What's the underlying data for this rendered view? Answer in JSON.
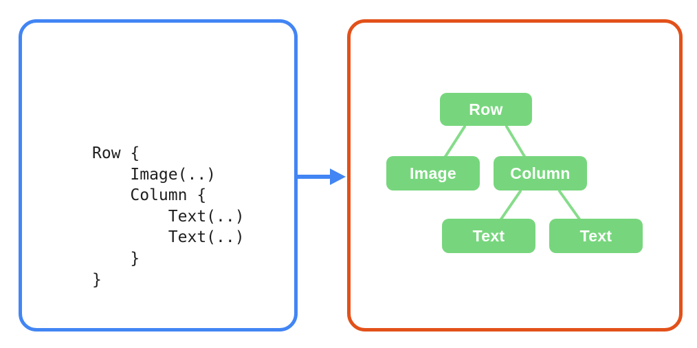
{
  "code": {
    "text": "Row {\n    Image(..)\n    Column {\n        Text(..)\n        Text(..)\n    }\n}"
  },
  "tree": {
    "nodes": [
      {
        "id": "row",
        "label": "Row"
      },
      {
        "id": "image",
        "label": "Image"
      },
      {
        "id": "column",
        "label": "Column"
      },
      {
        "id": "text1",
        "label": "Text"
      },
      {
        "id": "text2",
        "label": "Text"
      }
    ],
    "edges": [
      {
        "from": "row",
        "to": "image"
      },
      {
        "from": "row",
        "to": "column"
      },
      {
        "from": "column",
        "to": "text1"
      },
      {
        "from": "column",
        "to": "text2"
      }
    ]
  },
  "icons": {
    "arrow": "right-arrow-icon"
  },
  "colors": {
    "background": "#FFFFFF",
    "code-panel-border": "#4285F4",
    "tree-panel-border": "#E2511A",
    "arrow": "#4285F4",
    "node-fill": "#77D67D",
    "node-text": "#FFFFFF",
    "connector": "#86DC8A",
    "code-text": "#1E1E1E"
  }
}
